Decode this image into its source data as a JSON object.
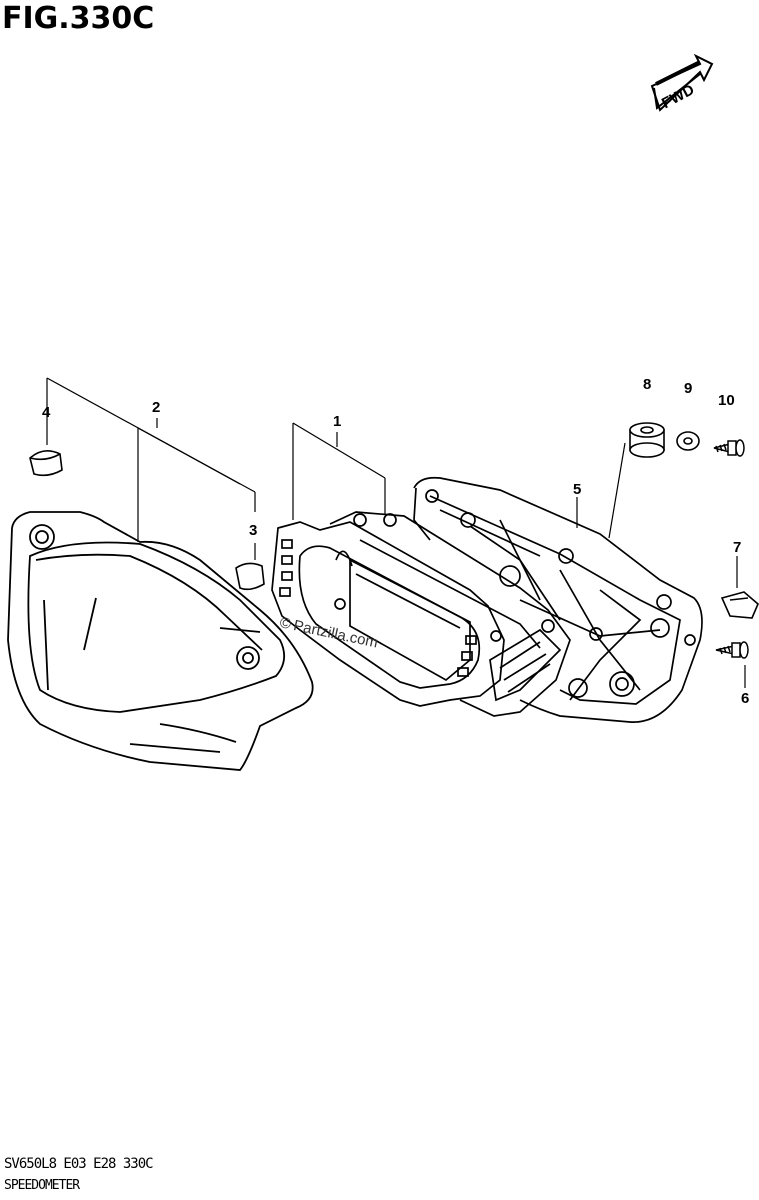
{
  "figure": {
    "title": "FIG.330C",
    "code": "SV650L8 E03 E28 330C",
    "name": "SPEEDOMETER"
  },
  "direction_marker": {
    "label": "FWD",
    "icon": "forward-arrow-icon"
  },
  "watermark": {
    "text": "Partzilla.com",
    "symbol": "©"
  },
  "callouts": [
    {
      "id": "1",
      "label": "1"
    },
    {
      "id": "2",
      "label": "2"
    },
    {
      "id": "3",
      "label": "3"
    },
    {
      "id": "4",
      "label": "4"
    },
    {
      "id": "5",
      "label": "5"
    },
    {
      "id": "6",
      "label": "6"
    },
    {
      "id": "7",
      "label": "7"
    },
    {
      "id": "8",
      "label": "8"
    },
    {
      "id": "9",
      "label": "9"
    },
    {
      "id": "10",
      "label": "10"
    }
  ]
}
